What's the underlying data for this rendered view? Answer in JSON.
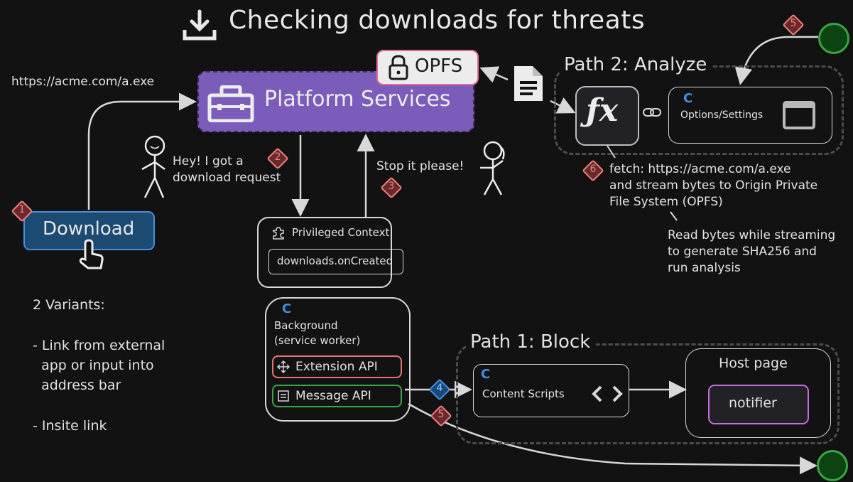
{
  "title": "Checking downloads for threats",
  "title_icon": "download-icon",
  "url_label": "https://acme.com/a.exe",
  "platform_services": {
    "label": "Platform Services",
    "icon": "toolbox-icon",
    "color": "#7b5cbb"
  },
  "opfs": {
    "label": "OPFS",
    "icon": "lock-icon"
  },
  "download_button": {
    "label": "Download",
    "icon": "pointer-hand-icon",
    "color": "#1b4a73"
  },
  "speech": {
    "left": "Hey! I got a\ndownload request",
    "right": "Stop it please!"
  },
  "privileged_context": {
    "label": "Privileged Context",
    "icon": "puzzle-icon",
    "api": "downloads.onCreated"
  },
  "background": {
    "label": "Background\n(service worker)",
    "icon": "c-icon",
    "extension_api": "Extension API",
    "message_api": "Message API"
  },
  "variants": {
    "heading": "2 Variants:",
    "items": [
      "- Link from external\n  app or input into\n  address bar",
      "- Insite link"
    ]
  },
  "path1": {
    "title": "Path 1: Block",
    "content_scripts": "Content Scripts",
    "host_page": "Host page",
    "notifier": "notifier"
  },
  "path2": {
    "title": "Path 2: Analyze",
    "function_icon": "fx-icon",
    "options": "Options/Settings"
  },
  "fetch_note": "fetch: https://acme.com/a.exe\nand stream bytes to Origin Private\nFile System (OPFS)",
  "read_note": "Read bytes while streaming\nto generate SHA256 and\nrun analysis",
  "badges": [
    "1",
    "2",
    "3",
    "4",
    "5",
    "5",
    "6"
  ],
  "colors": {
    "badge_red": "#f08080",
    "badge_blue": "#4a90e2",
    "end_green": "#3aa548",
    "notifier_border": "#c46be0",
    "extension_border": "#e87373",
    "message_border": "#3aa548"
  }
}
